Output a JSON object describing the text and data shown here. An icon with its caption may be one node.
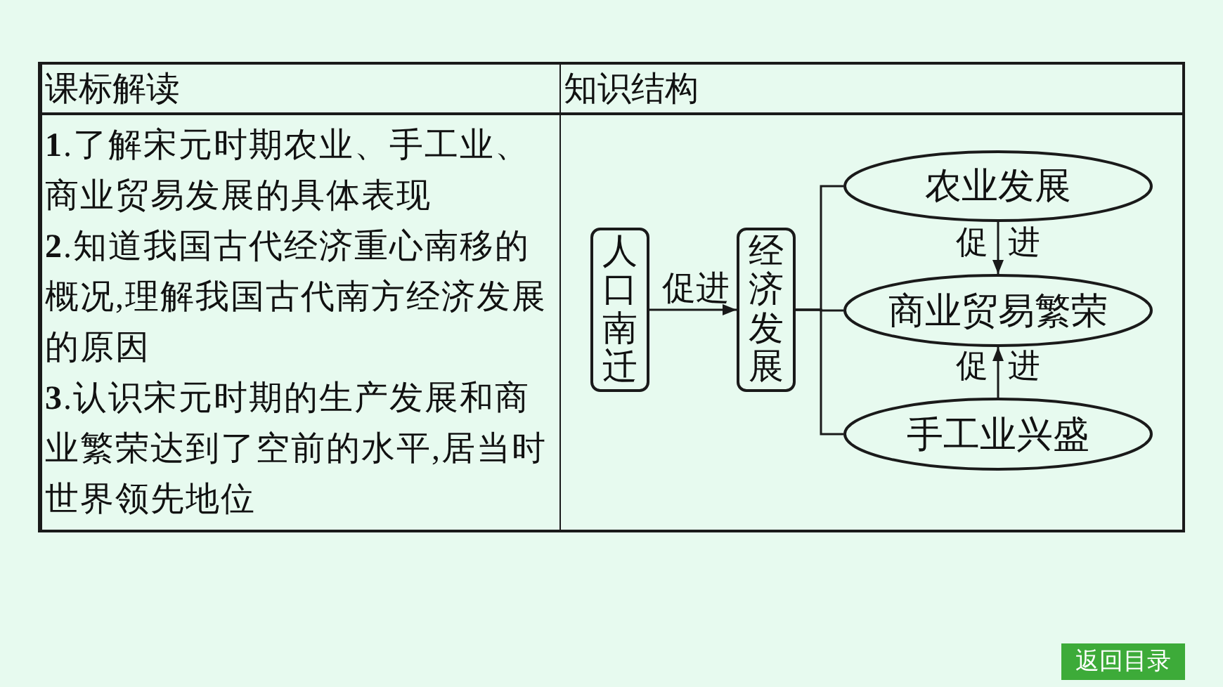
{
  "diagram": {
    "nodes": [
      {
        "text": [
          "课标解读",
          "**1**.了解宋元时期农业、手工业、商业贸易发展的具体表现",
          "**2**.知道我国古代经济重心南移的概况,理解我国古代南方经济发展的原因",
          "**3**.认识宋元时期的生产发展和商业繁荣达到了空前的水平,居当时世界领先地位"
        ]
      },
      {
        "text": [
          "知识结构"
        ]
      },
      {
        "text": [
          "人口南迁"
        ],
        "in": 1
      },
      {
        "text": [
          "经济发展"
        ],
        "in": 1
      },
      {
        "text": [
          "农业发展"
        ],
        "in": 1
      },
      {
        "text": [
          "商业贸易繁荣"
        ],
        "in": 1
      },
      {
        "text": [
          "手工业兴盛"
        ],
        "in": 1
      }
    ],
    "edges": [
      {
        "from": 2,
        "to": 3,
        "arrow": "to",
        "label": "促进"
      },
      {
        "from": 3,
        "to": 4,
        "arrow": "none"
      },
      {
        "from": 3,
        "to": 5,
        "arrow": "none"
      },
      {
        "from": 3,
        "to": 6,
        "arrow": "none"
      },
      {
        "from": 4,
        "to": 5,
        "arrow": "to",
        "label": "促进"
      },
      {
        "from": 6,
        "to": 5,
        "arrow": "to",
        "label": "促进"
      }
    ],
    "labels": [
      "返回目录"
    ]
  }
}
